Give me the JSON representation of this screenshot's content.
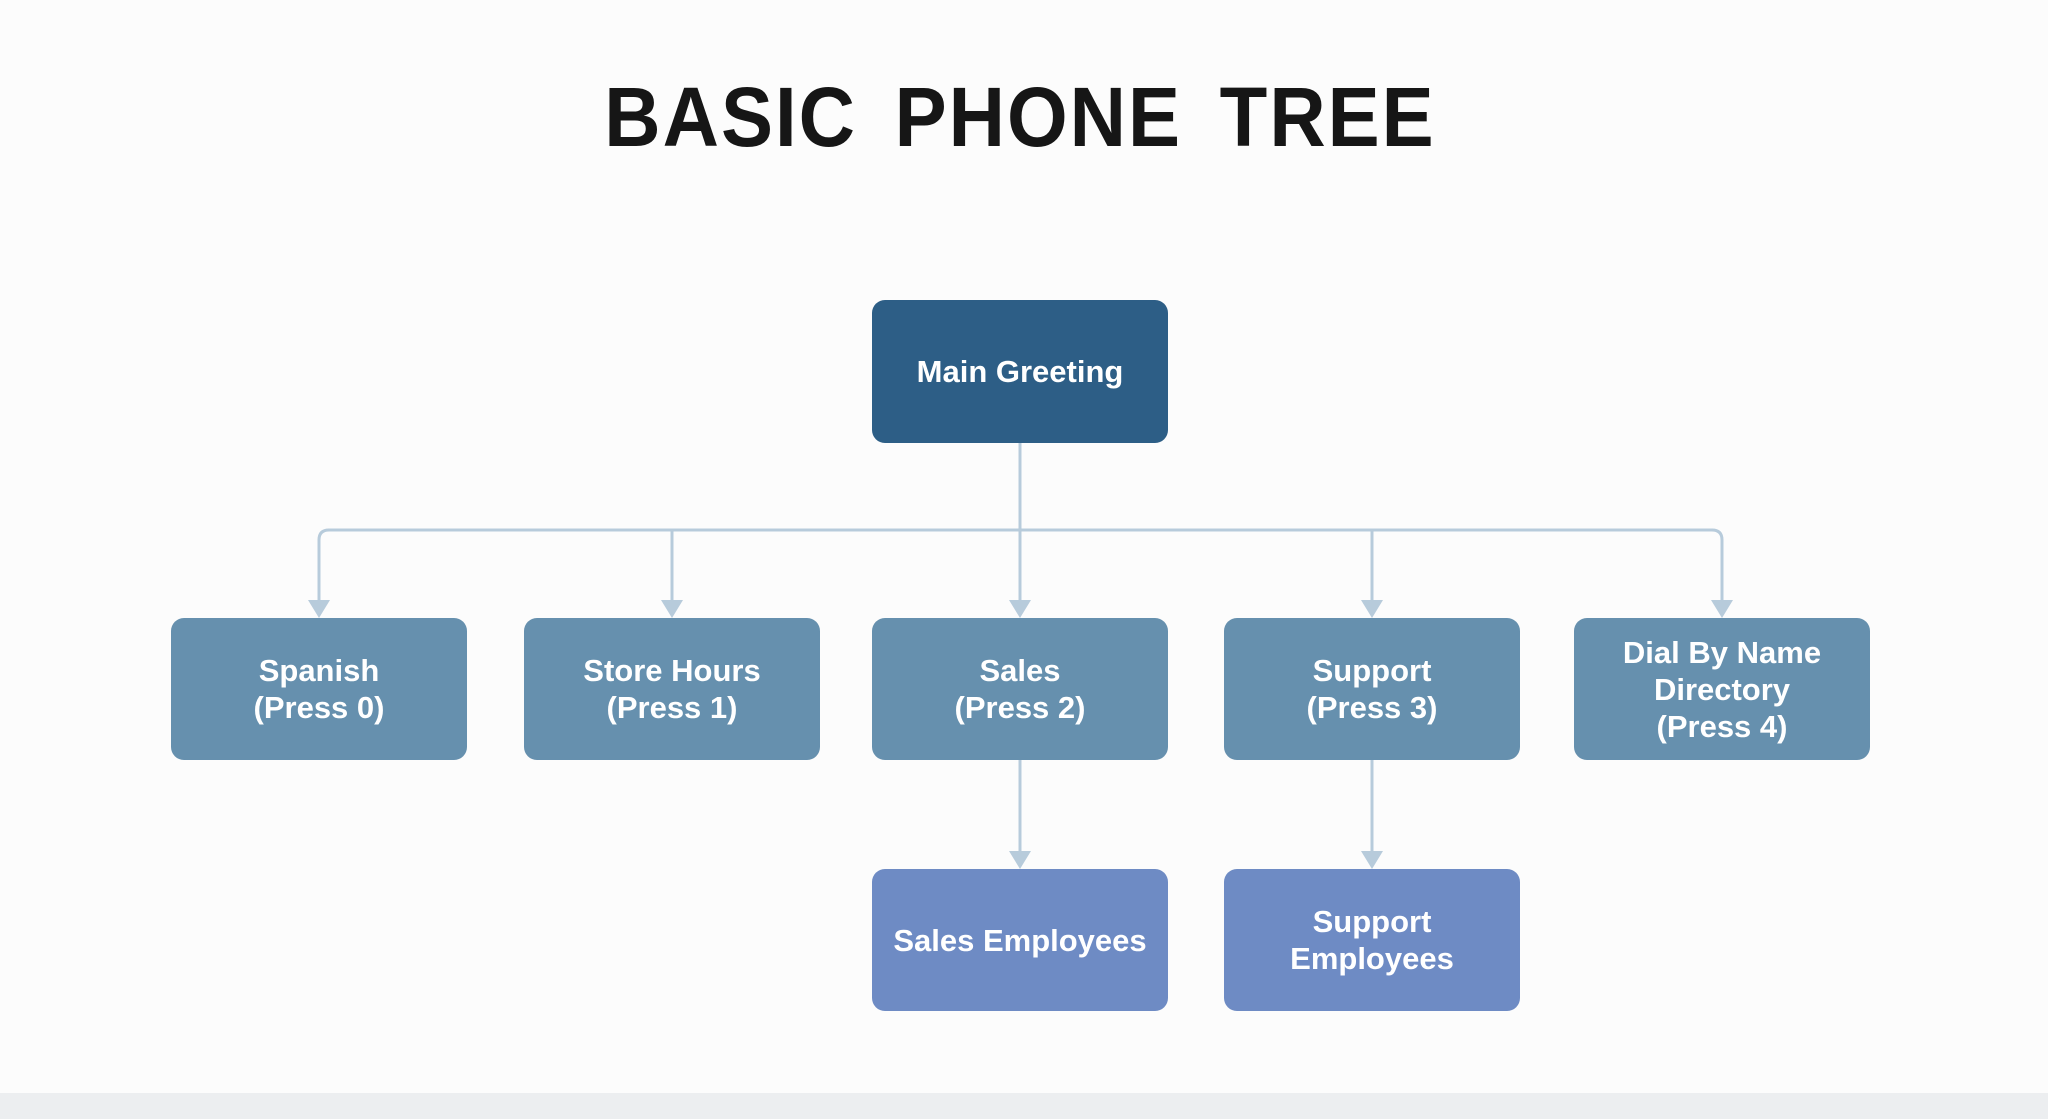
{
  "title": "BASIC PHONE TREE",
  "colors": {
    "title_text": "#161616",
    "root_box": "#2d5e86",
    "branch_box": "#6690ae",
    "leaf_box": "#6e8bc4",
    "connector": "#b7cbdb",
    "node_text": "#ffffff",
    "background": "#fcfcfc",
    "bottom_strip": "#eceef0"
  },
  "tree": {
    "root": {
      "lines": [
        "Main Greeting"
      ]
    },
    "branches": [
      {
        "lines": [
          "Spanish",
          "(Press 0)"
        ]
      },
      {
        "lines": [
          "Store Hours",
          "(Press 1)"
        ]
      },
      {
        "lines": [
          "Sales",
          "(Press 2)"
        ]
      },
      {
        "lines": [
          "Support",
          "(Press 3)"
        ]
      },
      {
        "lines": [
          "Dial By Name",
          "Directory",
          "(Press 4)"
        ]
      }
    ],
    "leaves": [
      {
        "lines": [
          "Sales Employees"
        ]
      },
      {
        "lines": [
          "Support",
          "Employees"
        ]
      }
    ]
  }
}
